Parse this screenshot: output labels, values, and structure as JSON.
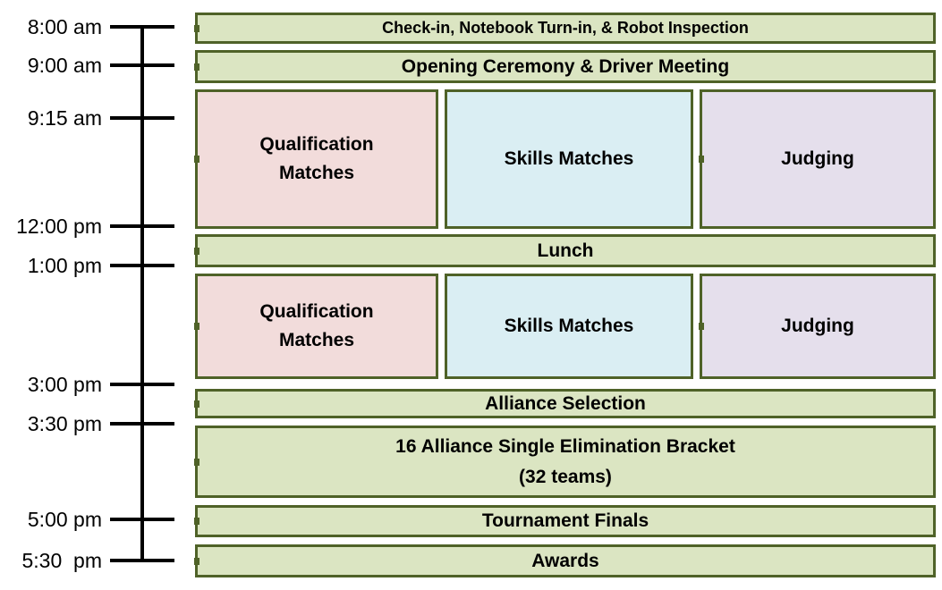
{
  "timeline": {
    "times": [
      "8:00 am",
      "9:00 am",
      "9:15 am",
      "12:00 pm",
      "1:00 pm",
      "3:00 pm",
      "3:30 pm",
      "5:00 pm",
      "5:30  pm"
    ]
  },
  "events": {
    "checkin": "Check-in, Notebook Turn-in, & Robot Inspection",
    "opening": "Opening Ceremony & Driver Meeting",
    "qualification_am": "Qualification Matches",
    "skills_am": "Skills Matches",
    "judging_am": "Judging",
    "lunch": "Lunch",
    "qualification_pm": "Qualification Matches",
    "skills_pm": "Skills Matches",
    "judging_pm": "Judging",
    "alliance_selection": "Alliance Selection",
    "bracket": {
      "line1": "16 Alliance Single Elimination Bracket",
      "line2": "(32 teams)"
    },
    "finals": "Tournament Finals",
    "awards": "Awards"
  },
  "colors": {
    "bar_fill_green": "#dbe5c2",
    "bar_border_olive": "#4f6228",
    "box_fill_pink": "#f2dcdb",
    "box_fill_blue": "#daeef3",
    "box_fill_purple": "#e5dfec",
    "timeline_stroke": "#000000"
  }
}
